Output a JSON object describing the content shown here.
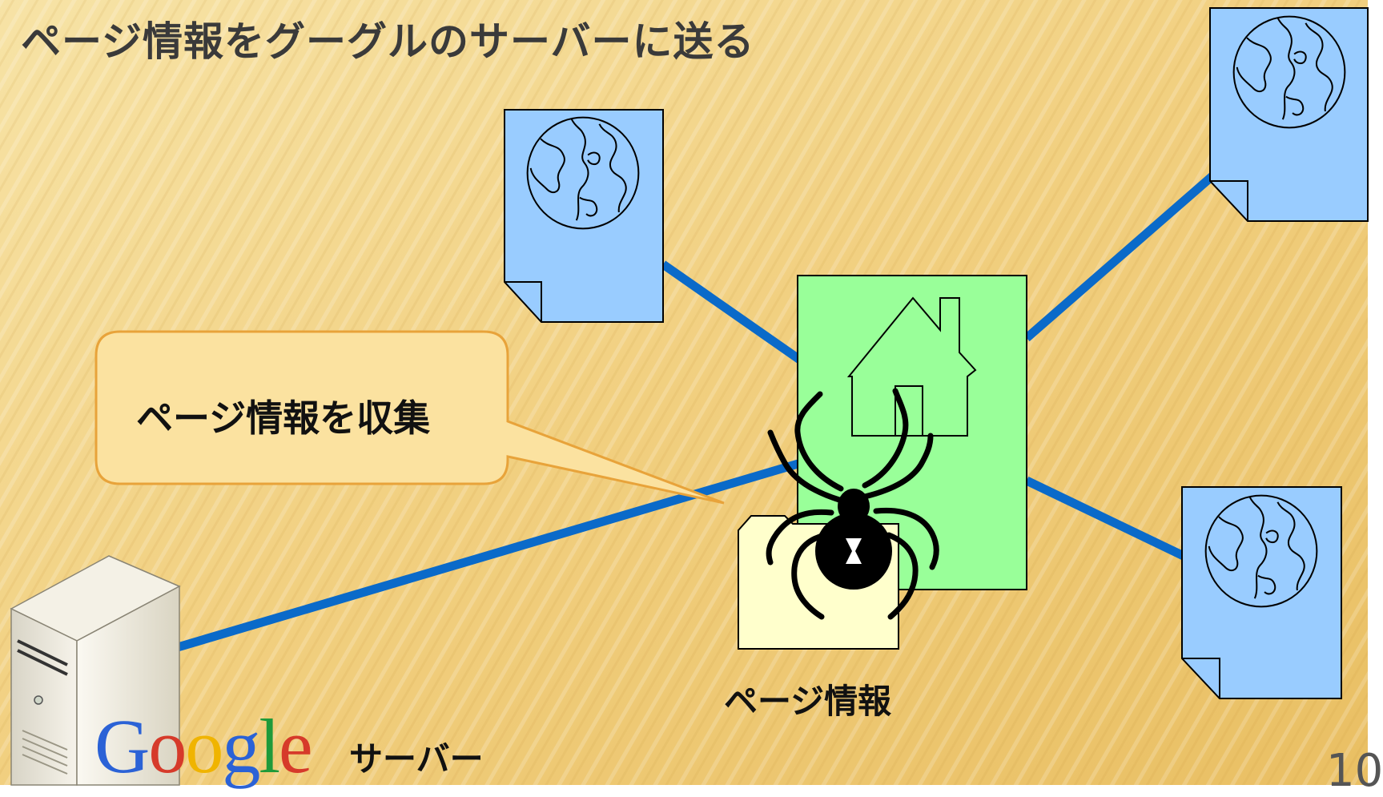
{
  "slide": {
    "title": "ページ情報をグーグルのサーバーに送る",
    "callout_text": "ページ情報を収集",
    "page_info_label": "ページ情報",
    "google_logo": "Google",
    "server_label": "サーバー",
    "page_number": "10"
  },
  "colors": {
    "background": "#f2d48a",
    "link_line": "#0a6ac9",
    "web_page": "#99ccff",
    "home_page": "#99ff99",
    "callout_fill": "#fbe2a0",
    "callout_border": "#e8a33a",
    "folder": "#ffffcc",
    "title_text": "#3a3a3a"
  }
}
